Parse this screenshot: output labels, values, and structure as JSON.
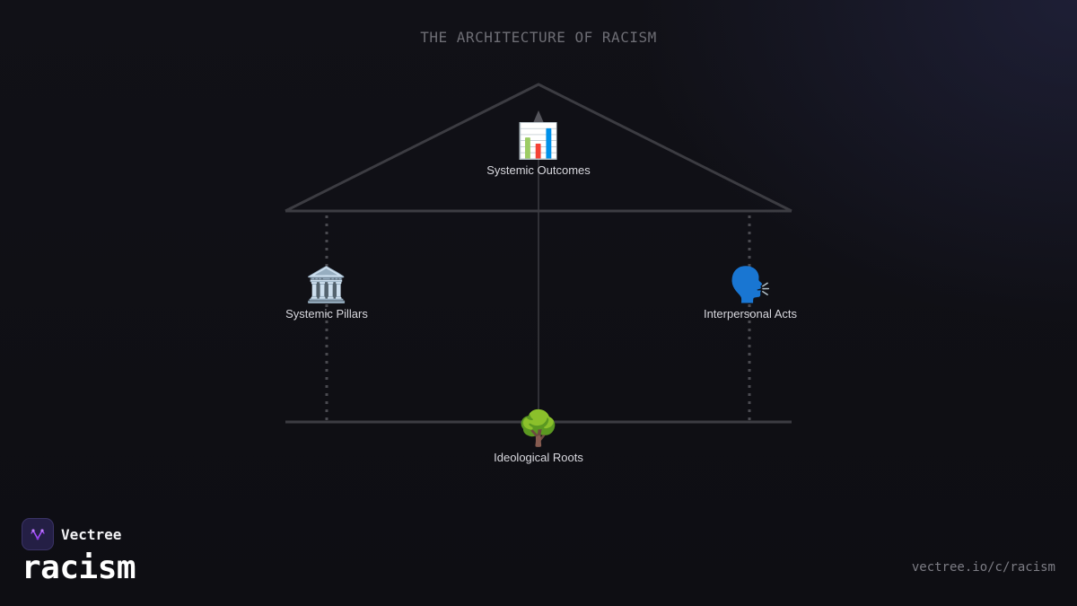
{
  "title": "THE ARCHITECTURE OF RACISM",
  "nodes": {
    "outcomes": {
      "label": "Systemic Outcomes",
      "icon": "📊",
      "icon_name": "bar-chart-icon"
    },
    "pillars": {
      "label": "Systemic Pillars",
      "icon": "🏛️",
      "icon_name": "classical-building-icon"
    },
    "acts": {
      "label": "Interpersonal Acts",
      "icon": "🗣️",
      "icon_name": "speaking-head-icon"
    },
    "roots": {
      "label": "Ideological Roots",
      "icon": "🌳",
      "icon_name": "tree-icon"
    }
  },
  "footer": {
    "brand": "Vectree",
    "topic": "racism",
    "url": "vectree.io/c/racism"
  },
  "colors": {
    "background": "#0f0f14",
    "structure_line": "#3c3c42",
    "title": "#6d6d74",
    "brand_accent": "#a64dff"
  }
}
